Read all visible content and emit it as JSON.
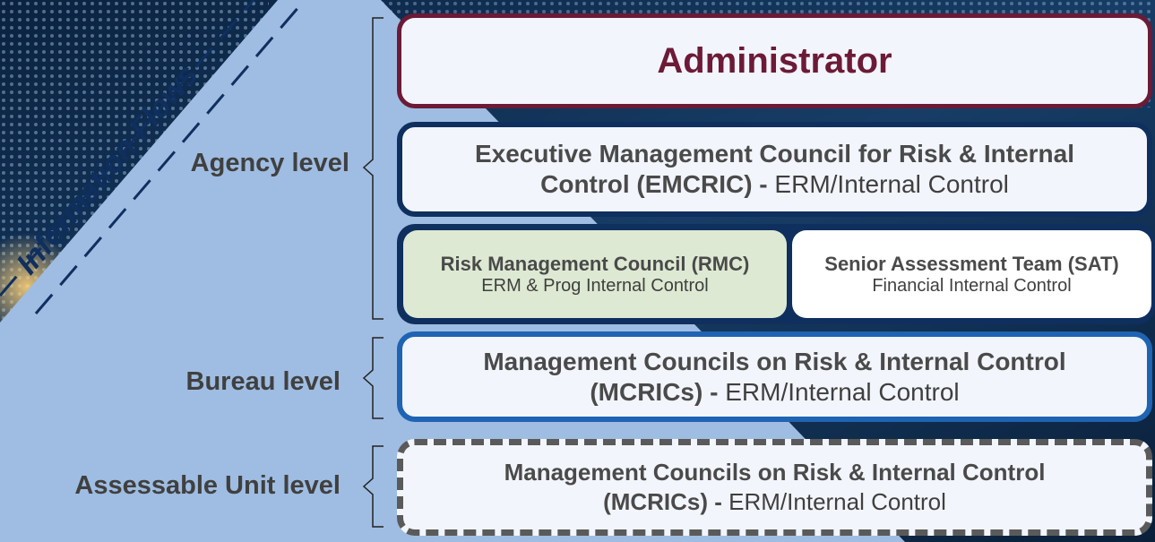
{
  "flow_label": "Information Flows",
  "levels": {
    "agency": "Agency level",
    "bureau": "Bureau level",
    "assessable": "Assessable Unit level"
  },
  "boxes": {
    "administrator": {
      "title": "Administrator"
    },
    "emcric": {
      "title_line1": "Executive Management Council for Risk & Internal",
      "title_line2": "Control (EMCRIC) - ",
      "sub": "ERM/Internal Control"
    },
    "rmc": {
      "title": "Risk Management Council (RMC)",
      "sub": "ERM & Prog Internal Control"
    },
    "sat": {
      "title": "Senior Assessment Team (SAT)",
      "sub": "Financial Internal Control"
    },
    "bureau_mcrics": {
      "title_line1": "Management Councils on Risk & Internal Control",
      "title_line2": "(MCRICs) - ",
      "sub": "ERM/Internal Control"
    },
    "unit_mcrics": {
      "title_line1": "Management Councils on Risk & Internal Control",
      "title_line2": "(MCRICs) - ",
      "sub": "ERM/Internal Control"
    }
  },
  "colors": {
    "navy": "#0f2f5f",
    "maroon": "#6d1a36",
    "light_blue_panel": "#9fbde2",
    "rmc_fill": "#dde9d2",
    "bureau_border": "#1f63b3",
    "dashed_border": "#5a5a5a"
  }
}
